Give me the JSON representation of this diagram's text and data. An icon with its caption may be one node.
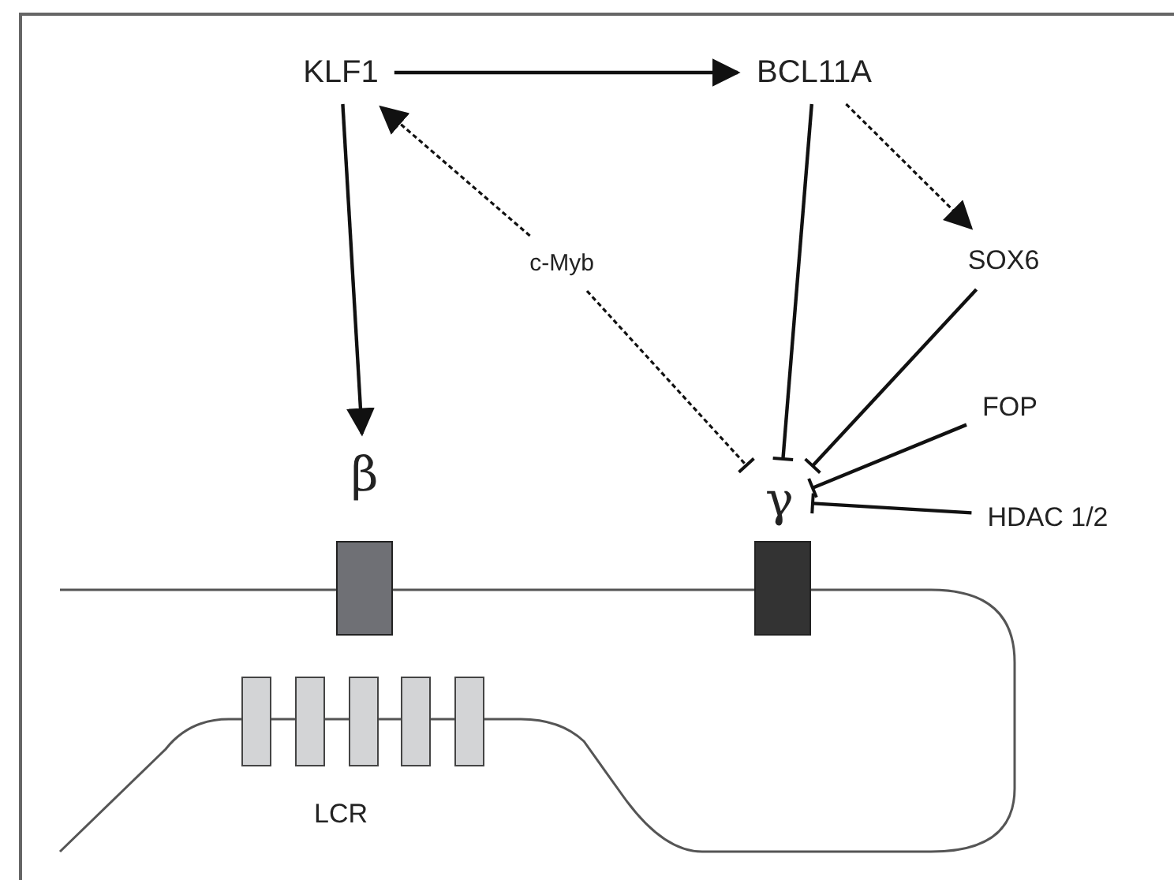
{
  "diagram": {
    "nodes": [
      {
        "text": [
          "KLF1"
        ]
      },
      {
        "text": [
          "BCL11A"
        ]
      },
      {
        "text": [
          "c-Myb"
        ]
      },
      {
        "text": [
          "SOX6"
        ]
      },
      {
        "text": [
          "FOP"
        ]
      },
      {
        "text": [
          "HDAC 1/2"
        ]
      },
      {
        "text": [
          "β"
        ]
      },
      {
        "text": [
          "γ"
        ]
      },
      {
        "text": [
          "LCR"
        ]
      }
    ],
    "edges": [
      {
        "from": 0,
        "to": 1,
        "arrow": "to"
      },
      {
        "from": 0,
        "to": 6,
        "arrow": "to"
      },
      {
        "from": 2,
        "to": 0,
        "arrow": "to",
        "style": "dashed"
      },
      {
        "from": 1,
        "to": 7,
        "arrow": "other"
      },
      {
        "from": 1,
        "to": 3,
        "arrow": "to",
        "style": "dashed"
      },
      {
        "from": 2,
        "to": 7,
        "arrow": "other",
        "style": "dashed"
      },
      {
        "from": 3,
        "to": 7,
        "arrow": "other"
      },
      {
        "from": 4,
        "to": 7,
        "arrow": "other"
      },
      {
        "from": 5,
        "to": 7,
        "arrow": "other"
      }
    ]
  }
}
